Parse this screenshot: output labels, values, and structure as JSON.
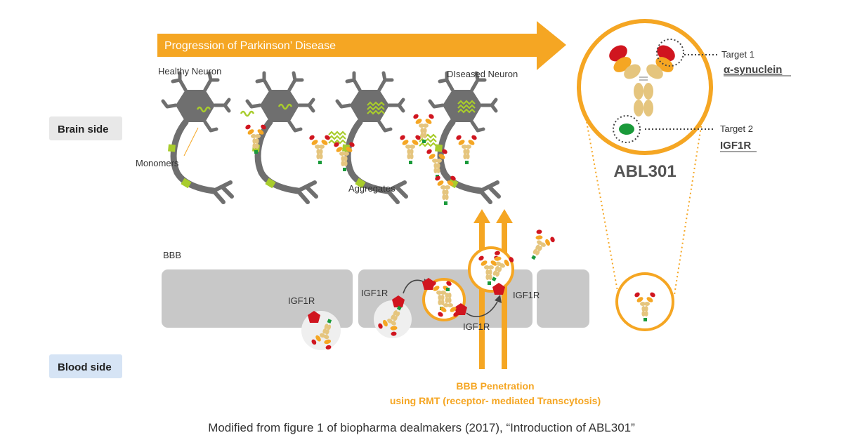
{
  "progression_label": "Progression of Parkinson’ Disease",
  "neuron_labels": {
    "healthy": "Healthy Neuron",
    "diseased": "DIseased Neuron",
    "monomers": "Monomers",
    "aggregates": "Aggregates"
  },
  "sides": {
    "brain": "Brain side",
    "blood": "Blood side"
  },
  "bbb_label": "BBB",
  "receptor_labels": [
    "IGF1R",
    "IGF1R",
    "IGF1R",
    "IGF1R"
  ],
  "penetration": {
    "line1": "BBB Penetration",
    "line2": "using RMT (receptor- mediated Transcytosis)"
  },
  "antibody": {
    "name": "ABL301",
    "target1_label": "Target 1",
    "target1_name": "α-synuclein",
    "target2_label": "Target 2",
    "target2_name": "IGF1R"
  },
  "caption": "Modified from figure 1 of biopharma dealmakers (2017), “Introduction of ABL301”",
  "colors": {
    "orange": "#f5a623",
    "neuron_gray": "#6f6f6f",
    "green": "#a8cc2c",
    "red": "#d0151f",
    "tan": "#e5c57e",
    "barrier_gray": "#c8c8c8",
    "brain_badge": "#e8e8e8",
    "blood_badge": "#d6e4f5"
  }
}
